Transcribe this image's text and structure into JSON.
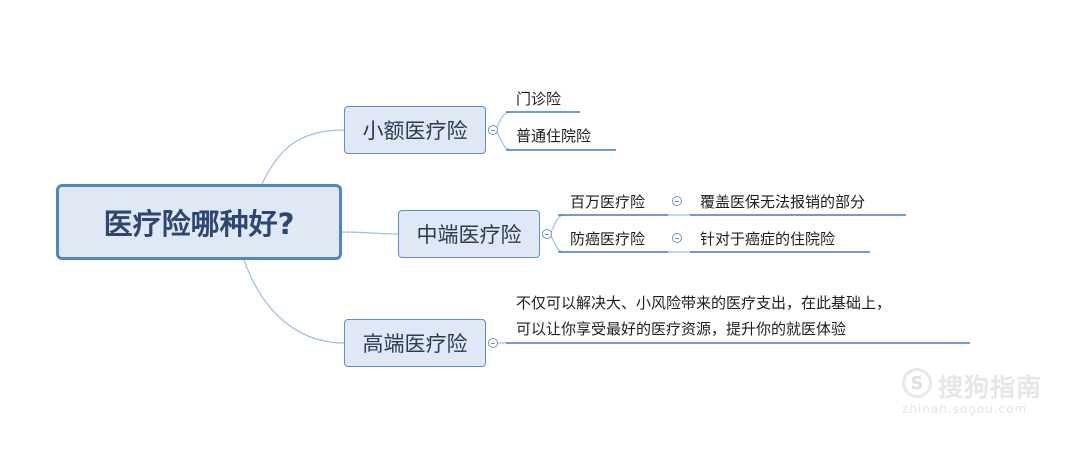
{
  "mindmap": {
    "root": "医疗险哪种好?",
    "branches": [
      {
        "label": "小额医疗险",
        "children": [
          "门诊险",
          "普通住院险"
        ]
      },
      {
        "label": "中端医疗险",
        "children": [
          {
            "label": "百万医疗险",
            "detail": "覆盖医保无法报销的部分"
          },
          {
            "label": "防癌医疗险",
            "detail": "针对于癌症的住院险"
          }
        ]
      },
      {
        "label": "高端医疗险",
        "detail_lines": [
          "不仅可以解决大、小风险带来的医疗支出，在此基础上，",
          "可以让你享受最好的医疗资源，提升你的就医体验"
        ]
      }
    ]
  },
  "colors": {
    "link": "#9dbfe3",
    "underline": "#3d7cc9",
    "node_fill": "#dfe8f4",
    "node_border": "#5b8fcf"
  },
  "watermark": {
    "icon": "S",
    "text": "搜狗指南",
    "url": "zhinan.sogou.com"
  }
}
